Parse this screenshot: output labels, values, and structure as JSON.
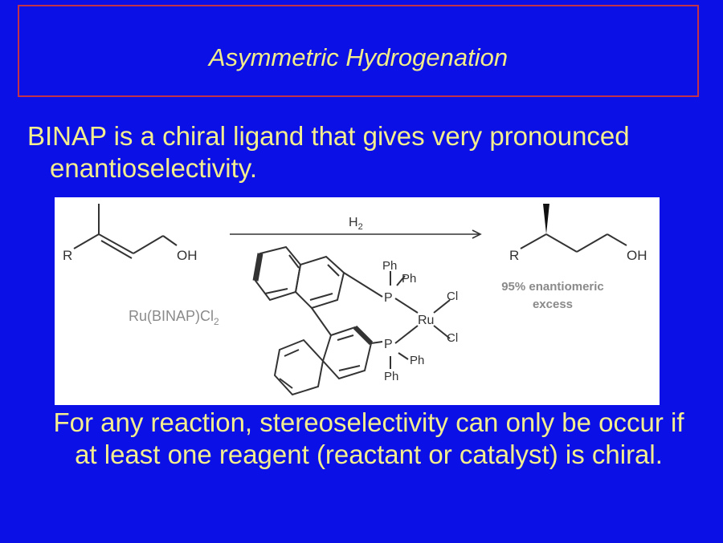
{
  "slide": {
    "title": "Asymmetric Hydrogenation",
    "paragraph1": {
      "line1": "BINAP is a chiral ligand that gives very pronounced",
      "line2": "enantioselectivity."
    },
    "paragraph2": {
      "line1": "For any reaction, stereoselectivity can only be occur if",
      "line2": "at least one reagent (reactant or catalyst) is chiral."
    }
  },
  "figure": {
    "reactant": {
      "r_label": "R",
      "oh_label": "OH"
    },
    "arrow": {
      "reagent": "H",
      "reagent_sub": "2"
    },
    "product": {
      "r_label": "R",
      "oh_label": "OH",
      "ee_line1": "95% enantiomeric",
      "ee_line2": "excess"
    },
    "catalyst": {
      "name": "Ru(BINAP)Cl",
      "name_sub": "2",
      "ph1": "Ph",
      "ph2": "Ph",
      "ph3": "Ph",
      "ph4": "Ph",
      "p_top": "P",
      "p_bottom": "P",
      "ru": "Ru",
      "cl1": "Cl",
      "cl2": "Cl"
    },
    "colors": {
      "background": "#0a10e6",
      "text": "#f4ee8e",
      "title_border": "#c2334a"
    }
  }
}
